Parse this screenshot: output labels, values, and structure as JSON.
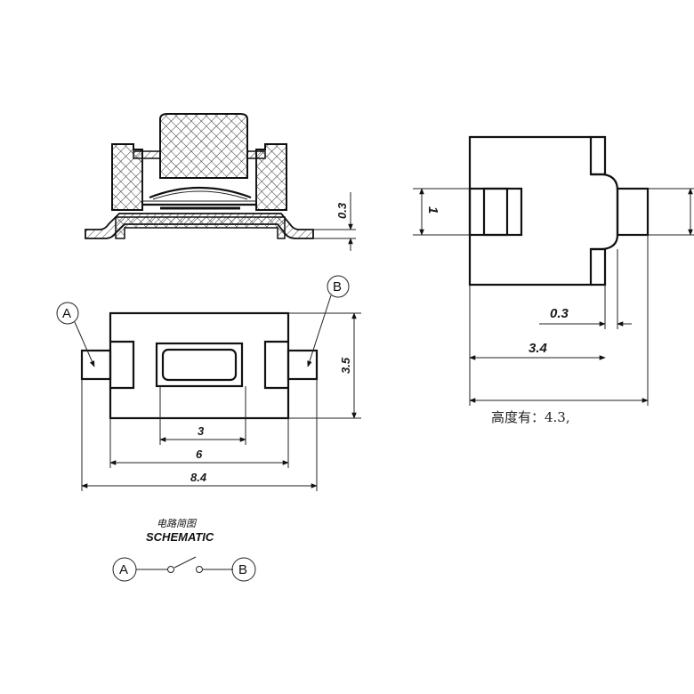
{
  "dimensions": {
    "side_height": "0.3",
    "bottom_width_3": "3",
    "bottom_width_6": "6",
    "bottom_width_84": "8.4",
    "bottom_height_35": "3.5",
    "right_terminal_1": "1",
    "right_gap_03": "0.3",
    "right_width_34": "3.4"
  },
  "labels": {
    "pin_a": "A",
    "pin_b": "B",
    "height_note": "高度有：4.3,",
    "schematic_cn": "电路简图",
    "schematic_en": "SCHEMATIC"
  }
}
